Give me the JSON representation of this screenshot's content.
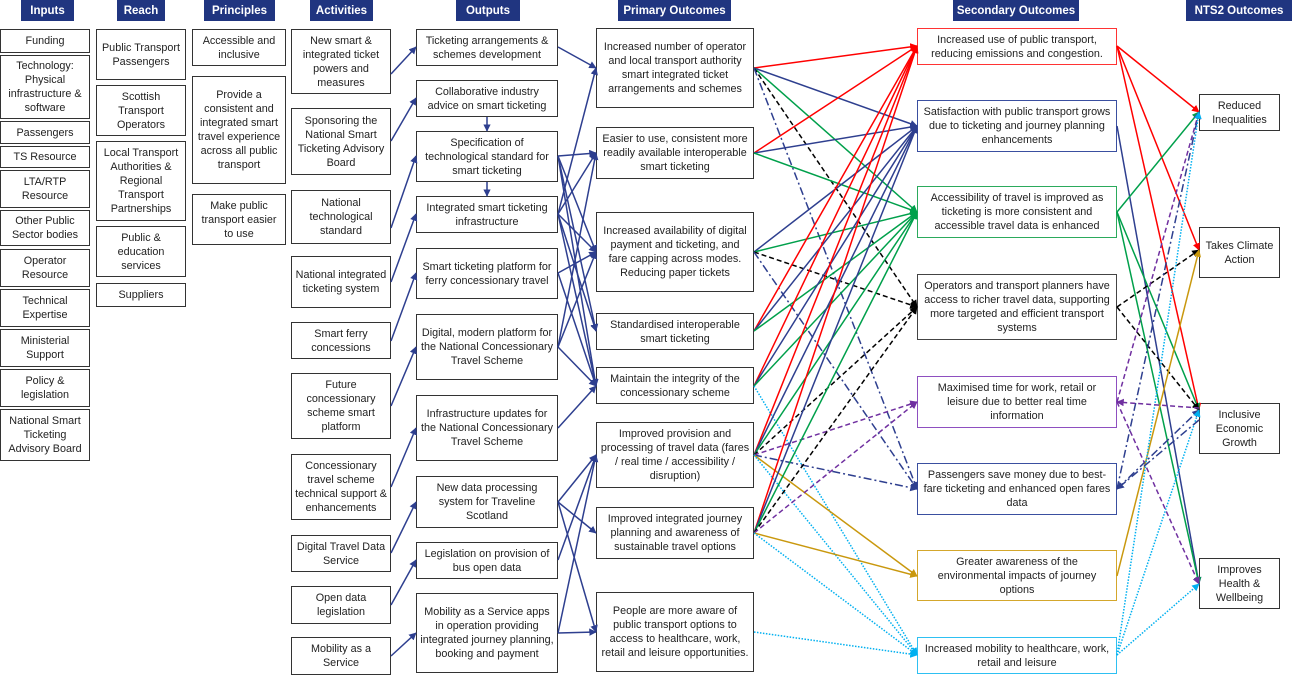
{
  "headers": {
    "inputs": "Inputs",
    "reach": "Reach",
    "principles": "Principles",
    "activities": "Activities",
    "outputs": "Outputs",
    "primary": "Primary Outcomes",
    "secondary": "Secondary Outcomes",
    "nts2": "NTS2 Outcomes"
  },
  "colors": {
    "header_bg": "#203580",
    "navy": "#2E3F8F",
    "red": "#FF0000",
    "green": "#00A04B",
    "black": "#000000",
    "purple": "#7030A0",
    "gold": "#C9980E",
    "cyan": "#00B0F0"
  },
  "inputs": [
    "Funding",
    "Technology: Physical infrastructure & software",
    "Passengers",
    "TS Resource",
    "LTA/RTP Resource",
    "Other Public Sector bodies",
    "Operator Resource",
    "Technical Expertise",
    "Ministerial Support",
    "Policy & legislation",
    "National Smart Ticketing Advisory Board"
  ],
  "reach": [
    "Public Transport Passengers",
    "Scottish Transport Operators",
    "Local Transport Authorities & Regional Transport Partnerships",
    "Public & education services",
    "Suppliers"
  ],
  "principles": [
    "Accessible and inclusive",
    "Provide a consistent and integrated smart travel experience across all public transport",
    "Make public transport easier to use"
  ],
  "activities": [
    "New smart & integrated ticket powers and measures",
    "Sponsoring the National Smart Ticketing Advisory Board",
    "National technological standard",
    "National integrated ticketing system",
    "Smart ferry concessions",
    "Future concessionary scheme smart platform",
    "Concessionary travel scheme technical support & enhancements",
    "Digital Travel Data Service",
    "Open data legislation",
    "Mobility as a Service"
  ],
  "outputs": [
    "Ticketing arrangements & schemes development",
    "Collaborative industry advice on smart ticketing",
    "Specification of technological standard for smart ticketing",
    "Integrated smart ticketing infrastructure",
    "Smart ticketing platform for ferry concessionary travel",
    "Digital, modern platform for the National Concessionary Travel Scheme",
    "Infrastructure updates for the National Concessionary Travel Scheme",
    "New data processing system for Traveline Scotland",
    "Legislation on provision of bus open data",
    "Mobility as a Service apps in operation providing integrated journey planning, booking and payment"
  ],
  "primary": [
    "Increased number of operator and local transport authority smart integrated ticket arrangements and schemes",
    "Easier to use, consistent more readily available interoperable smart ticketing",
    "Increased availability of digital payment and ticketing, and fare capping across modes. Reducing paper tickets",
    "Standardised interoperable smart ticketing",
    "Maintain the integrity of the concessionary scheme",
    "Improved provision and processing of travel data (fares / real time / accessibility / disruption)",
    "Improved integrated journey planning and awareness of sustainable travel options",
    "People are more aware of public transport options to access to healthcare, work, retail and leisure opportunities."
  ],
  "secondary": [
    "Increased use of public transport, reducing emissions and congestion.",
    "Satisfaction with public transport grows due to ticketing and journey planning enhancements",
    "Accessibility of travel is improved as ticketing is more consistent and accessible travel data is enhanced",
    "Operators and transport planners have access to richer travel data, supporting more targeted and efficient transport systems",
    "Maximised time for work, retail or leisure due to better real time information",
    "Passengers save money due to best-fare ticketing and enhanced open fares data",
    "Greater awareness of the environmental impacts of journey options",
    "Increased mobility to healthcare, work, retail and leisure"
  ],
  "nts2": [
    "Reduced Inequalities",
    "Takes Climate Action",
    "Inclusive Economic Growth",
    "Improves Health & Wellbeing"
  ]
}
